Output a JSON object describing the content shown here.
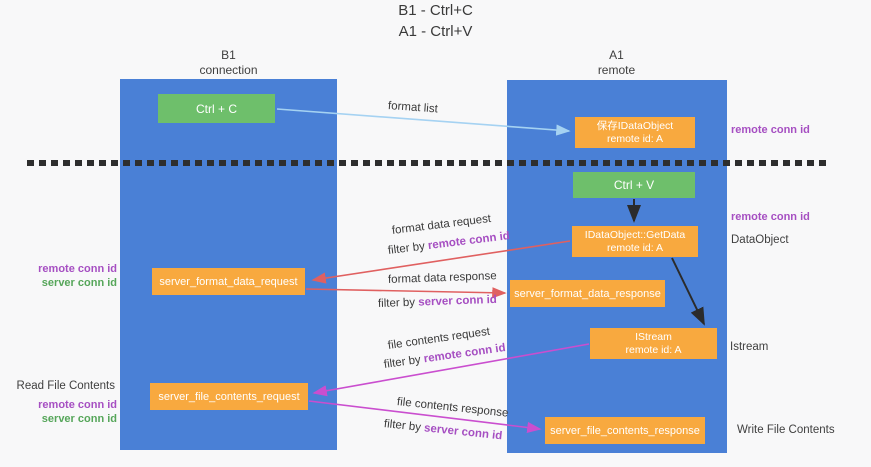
{
  "title": {
    "line1": "B1 - Ctrl+C",
    "line2": "A1 - Ctrl+V"
  },
  "columns": {
    "left": {
      "name": "B1",
      "role": "connection"
    },
    "right": {
      "name": "A1",
      "role": "remote"
    }
  },
  "boxes": {
    "ctrl_c": "Ctrl + C",
    "ctrl_v": "Ctrl + V",
    "save_obj_line1": "保存IDataObject",
    "save_obj_line2": "remote id: A",
    "getdata_line1": "IDataObject::GetData",
    "getdata_line2": "remote id: A",
    "istream_line1": "IStream",
    "istream_line2": "remote id: A",
    "format_request": "server_format_data_request",
    "format_response": "server_format_data_response",
    "file_request": "server_file_contents_request",
    "file_response": "server_file_contents_response"
  },
  "flows": {
    "format_list": "format list",
    "format_data_request": "format data request",
    "format_data_response": "format data response",
    "file_contents_request": "file contents request",
    "file_contents_response": "file contents response",
    "filter_by": "filter by",
    "remote_conn_id": "remote conn id",
    "server_conn_id": "server conn id"
  },
  "side_labels": {
    "remote_conn_id": "remote conn id",
    "server_conn_id": "server conn id",
    "dataobject": "DataObject",
    "istream": "Istream",
    "write_file_contents": "Write File Contents",
    "read_file_contents": "Read File Contents"
  },
  "colors": {
    "column_blue": "#4a80d6",
    "box_green": "#6ebf6b",
    "box_orange": "#f8a93f",
    "arrow_red": "#e06060",
    "arrow_magenta": "#ca4ecf",
    "arrow_light_blue": "#a5d2f2",
    "arrow_black": "#2b2b2b",
    "label_purple": "#a64fc2",
    "label_green": "#56a65a",
    "dashed_line": "#2e2e2e"
  }
}
